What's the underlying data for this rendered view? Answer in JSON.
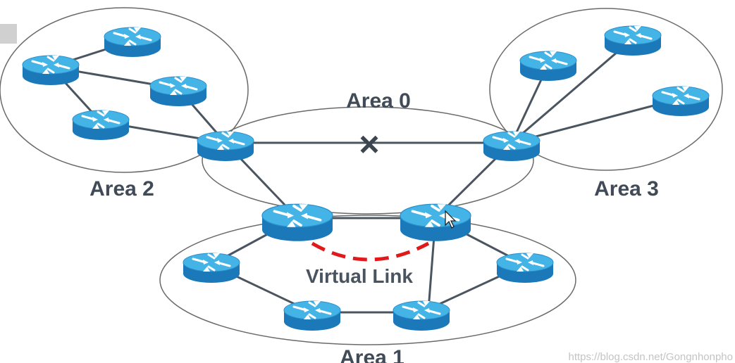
{
  "diagram": {
    "areas": {
      "area0": "Area 0",
      "area1": "Area 1",
      "area2": "Area 2",
      "area3": "Area 3"
    },
    "virtual_link_label": "Virtual Link",
    "broken_link_marker": "×",
    "watermark": "https://blog.csdn.net/Gongnhonpho"
  },
  "colors": {
    "router_top": "#3fb1e3",
    "router_side": "#1a78b8",
    "link": "#4b5560",
    "area_outline": "#6a6a6a",
    "virtual_link": "#e0191b",
    "cross": "#3c4650"
  },
  "icons": {
    "router": "router-icon",
    "cursor": "mouse-pointer-icon"
  }
}
